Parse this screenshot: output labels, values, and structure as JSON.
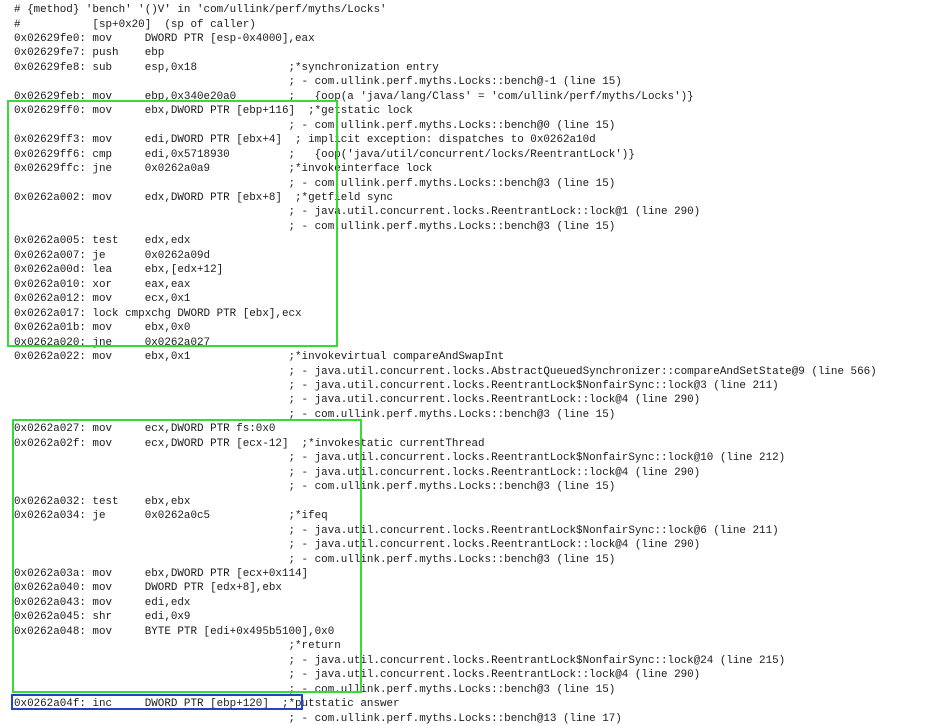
{
  "lines": [
    "# {method} 'bench' '()V' in 'com/ullink/perf/myths/Locks'",
    "#           [sp+0x20]  (sp of caller)",
    "0x02629fe0: mov     DWORD PTR [esp-0x4000],eax",
    "0x02629fe7: push    ebp",
    "0x02629fe8: sub     esp,0x18              ;*synchronization entry",
    "                                          ; - com.ullink.perf.myths.Locks::bench@-1 (line 15)",
    "0x02629feb: mov     ebp,0x340e20a0        ;   {oop(a 'java/lang/Class' = 'com/ullink/perf/myths/Locks')}",
    "0x02629ff0: mov     ebx,DWORD PTR [ebp+116]  ;*getstatic lock",
    "                                          ; - com.ullink.perf.myths.Locks::bench@0 (line 15)",
    "0x02629ff3: mov     edi,DWORD PTR [ebx+4]  ; implicit exception: dispatches to 0x0262a10d",
    "0x02629ff6: cmp     edi,0x5718930         ;   {oop('java/util/concurrent/locks/ReentrantLock')}",
    "0x02629ffc: jne     0x0262a0a9            ;*invokeinterface lock",
    "                                          ; - com.ullink.perf.myths.Locks::bench@3 (line 15)",
    "0x0262a002: mov     edx,DWORD PTR [ebx+8]  ;*getfield sync",
    "                                          ; - java.util.concurrent.locks.ReentrantLock::lock@1 (line 290)",
    "                                          ; - com.ullink.perf.myths.Locks::bench@3 (line 15)",
    "0x0262a005: test    edx,edx",
    "0x0262a007: je      0x0262a09d",
    "0x0262a00d: lea     ebx,[edx+12]",
    "0x0262a010: xor     eax,eax",
    "0x0262a012: mov     ecx,0x1",
    "0x0262a017: lock cmpxchg DWORD PTR [ebx],ecx",
    "0x0262a01b: mov     ebx,0x0",
    "0x0262a020: jne     0x0262a027",
    "0x0262a022: mov     ebx,0x1               ;*invokevirtual compareAndSwapInt",
    "                                          ; - java.util.concurrent.locks.AbstractQueuedSynchronizer::compareAndSetState@9 (line 566)",
    "                                          ; - java.util.concurrent.locks.ReentrantLock$NonfairSync::lock@3 (line 211)",
    "                                          ; - java.util.concurrent.locks.ReentrantLock::lock@4 (line 290)",
    "                                          ; - com.ullink.perf.myths.Locks::bench@3 (line 15)",
    "0x0262a027: mov     ecx,DWORD PTR fs:0x0",
    "0x0262a02f: mov     ecx,DWORD PTR [ecx-12]  ;*invokestatic currentThread",
    "                                          ; - java.util.concurrent.locks.ReentrantLock$NonfairSync::lock@10 (line 212)",
    "                                          ; - java.util.concurrent.locks.ReentrantLock::lock@4 (line 290)",
    "                                          ; - com.ullink.perf.myths.Locks::bench@3 (line 15)",
    "0x0262a032: test    ebx,ebx",
    "0x0262a034: je      0x0262a0c5            ;*ifeq",
    "                                          ; - java.util.concurrent.locks.ReentrantLock$NonfairSync::lock@6 (line 211)",
    "                                          ; - java.util.concurrent.locks.ReentrantLock::lock@4 (line 290)",
    "                                          ; - com.ullink.perf.myths.Locks::bench@3 (line 15)",
    "0x0262a03a: mov     ebx,DWORD PTR [ecx+0x114]",
    "0x0262a040: mov     DWORD PTR [edx+8],ebx",
    "0x0262a043: mov     edi,edx",
    "0x0262a045: shr     edi,0x9",
    "0x0262a048: mov     BYTE PTR [edi+0x495b5100],0x0",
    "                                          ;*return",
    "                                          ; - java.util.concurrent.locks.ReentrantLock$NonfairSync::lock@24 (line 215)",
    "                                          ; - java.util.concurrent.locks.ReentrantLock::lock@4 (line 290)",
    "                                          ; - com.ullink.perf.myths.Locks::bench@3 (line 15)",
    "0x0262a04f: inc     DWORD PTR [ebp+120]  ;*putstatic answer",
    "                                          ; - com.ullink.perf.myths.Locks::bench@13 (line 17)"
  ],
  "highlights": [
    {
      "color": "#33dd33",
      "thickness": 2
    },
    {
      "color": "#33dd33",
      "thickness": 2
    },
    {
      "color": "#2244cc",
      "thickness": 2
    }
  ]
}
